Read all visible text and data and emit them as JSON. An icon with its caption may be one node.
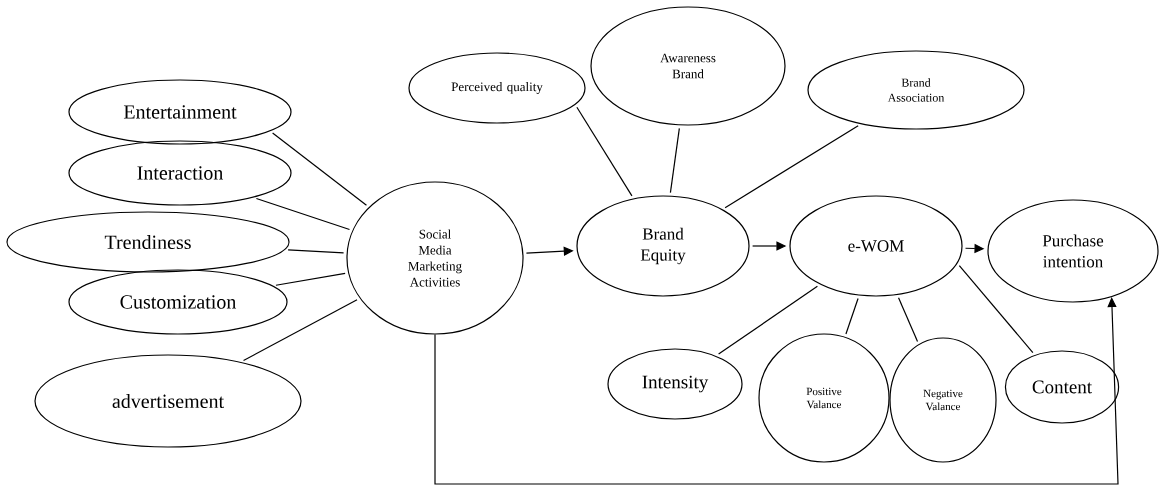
{
  "diagram": {
    "nodes": [
      {
        "text": [
          "Entertainment"
        ]
      },
      {
        "text": [
          "Interaction"
        ]
      },
      {
        "text": [
          "Trendiness"
        ]
      },
      {
        "text": [
          "Customization"
        ]
      },
      {
        "text": [
          "advertisement"
        ]
      },
      {
        "text": [
          "Social Media Marketing Activities"
        ]
      },
      {
        "text": [
          "Perceived quality"
        ]
      },
      {
        "text": [
          "Awareness Brand"
        ]
      },
      {
        "text": [
          "Brand Association"
        ]
      },
      {
        "text": [
          "Brand Equity"
        ]
      },
      {
        "text": [
          "e-WOM"
        ]
      },
      {
        "text": [
          "Purchase intention"
        ]
      },
      {
        "text": [
          "Intensity"
        ]
      },
      {
        "text": [
          "Positive Valance"
        ]
      },
      {
        "text": [
          "Negative Valance"
        ]
      },
      {
        "text": [
          "Content"
        ]
      }
    ],
    "edges": [
      {
        "from": 0,
        "to": 5,
        "arrow": "none"
      },
      {
        "from": 1,
        "to": 5,
        "arrow": "none"
      },
      {
        "from": 2,
        "to": 5,
        "arrow": "none"
      },
      {
        "from": 3,
        "to": 5,
        "arrow": "none"
      },
      {
        "from": 4,
        "to": 5,
        "arrow": "none"
      },
      {
        "from": 6,
        "to": 9,
        "arrow": "none"
      },
      {
        "from": 7,
        "to": 9,
        "arrow": "none"
      },
      {
        "from": 8,
        "to": 9,
        "arrow": "none"
      },
      {
        "from": 5,
        "to": 9,
        "arrow": "to"
      },
      {
        "from": 9,
        "to": 10,
        "arrow": "to"
      },
      {
        "from": 10,
        "to": 11,
        "arrow": "to"
      },
      {
        "from": 10,
        "to": 12,
        "arrow": "none"
      },
      {
        "from": 10,
        "to": 13,
        "arrow": "none"
      },
      {
        "from": 10,
        "to": 14,
        "arrow": "none"
      },
      {
        "from": 10,
        "to": 15,
        "arrow": "none"
      },
      {
        "from": 5,
        "to": 11,
        "arrow": "to"
      }
    ]
  }
}
